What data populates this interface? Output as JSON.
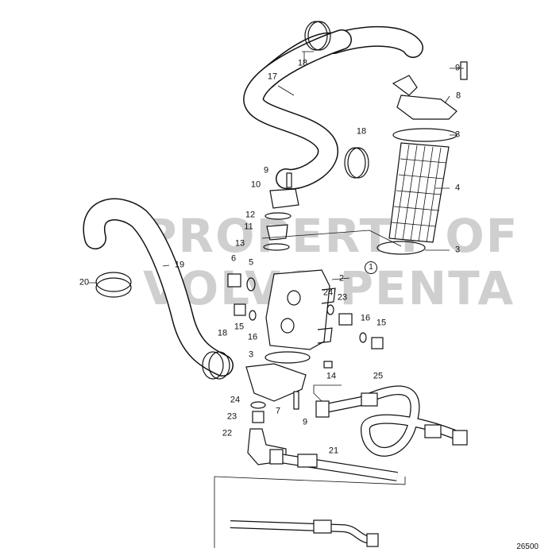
{
  "watermark": {
    "line1": "PROPERTY OF",
    "line2": "VOLVO PENTA"
  },
  "reference_number": "26500",
  "callouts": [
    "18",
    "17",
    "9",
    "8",
    "3",
    "18",
    "4",
    "9",
    "10",
    "12",
    "11",
    "13",
    "3",
    "1",
    "19",
    "6",
    "5",
    "2",
    "20",
    "24",
    "23",
    "15",
    "16",
    "16",
    "15",
    "18",
    "3",
    "14",
    "25",
    "24",
    "7",
    "23",
    "9",
    "22",
    "21"
  ],
  "colors": {
    "line": "#111111",
    "watermark": "#cfcfcf",
    "background": "#ffffff"
  }
}
